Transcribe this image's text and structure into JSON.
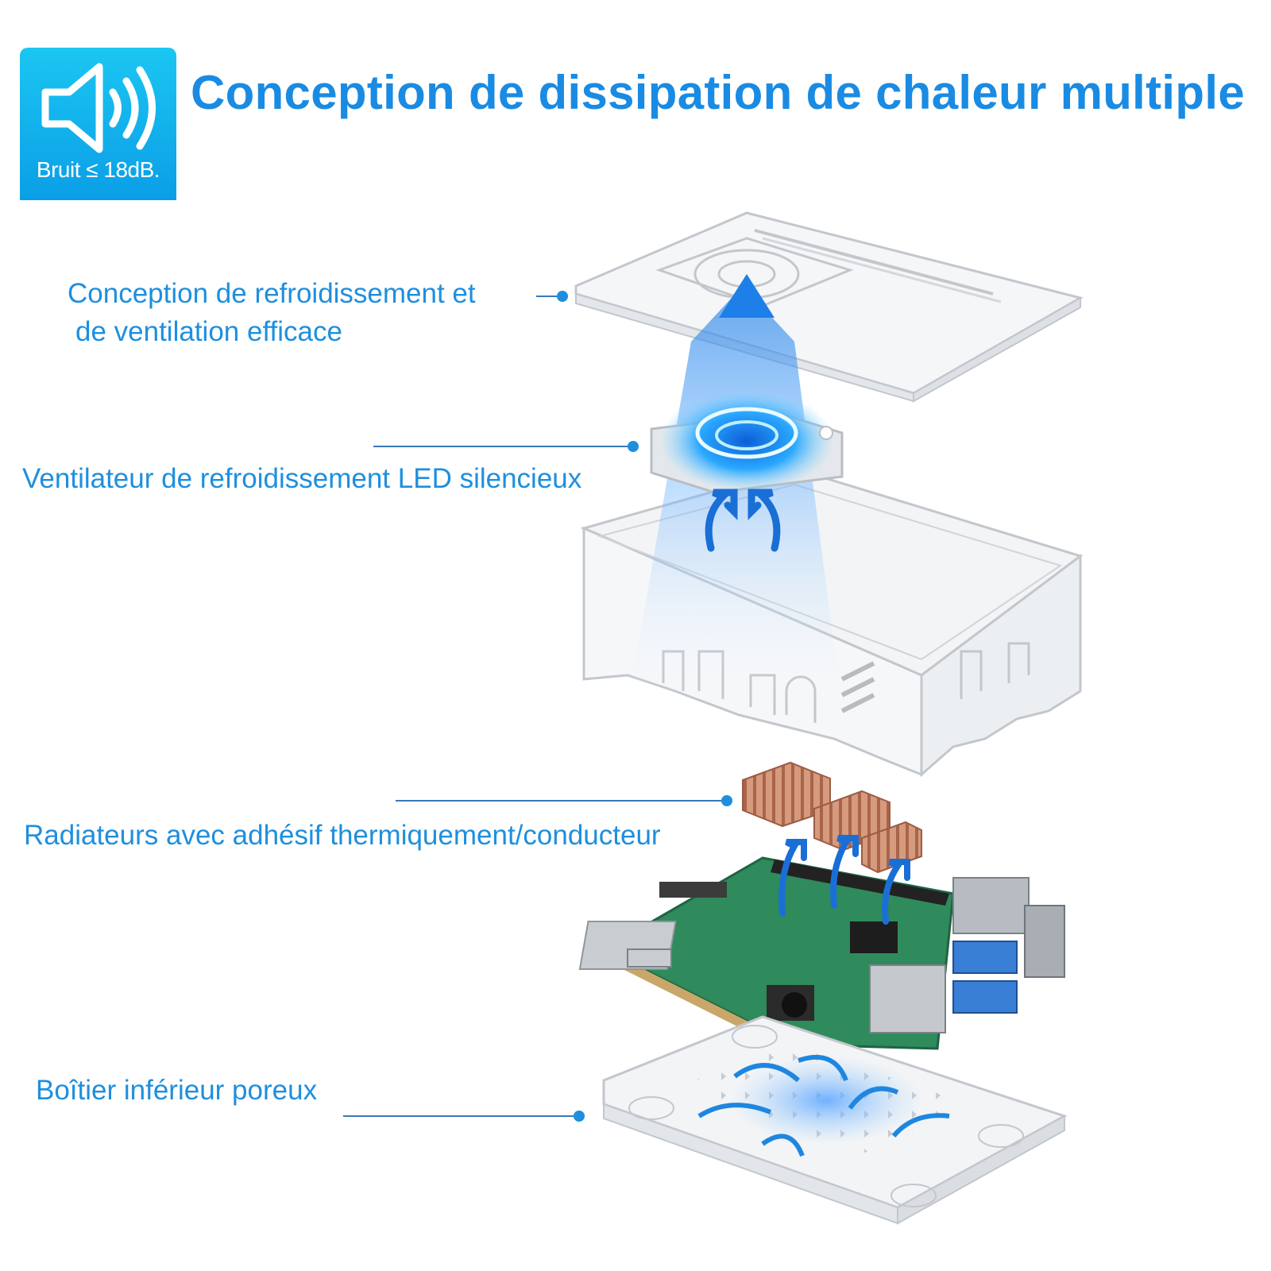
{
  "header": {
    "title": "Conception de dissipation de chaleur multiple",
    "badge_label": "Bruit ≤ 18dB.",
    "badge_icon": "speaker-icon"
  },
  "callouts": [
    {
      "line1": "Conception de refroidissement et",
      "line2": "de ventilation efficace"
    },
    {
      "line1": "Ventilateur de refroidissement LED silencieux"
    },
    {
      "line1": "Radiateurs avec adhésif thermiquement/conducteur"
    },
    {
      "line1": "Boîtier inférieur poreux"
    }
  ],
  "colors": {
    "accent": "#1e8fde",
    "badge": "#10b3ee",
    "copper": "#c98a6a",
    "pcb": "#2f8a5c"
  }
}
